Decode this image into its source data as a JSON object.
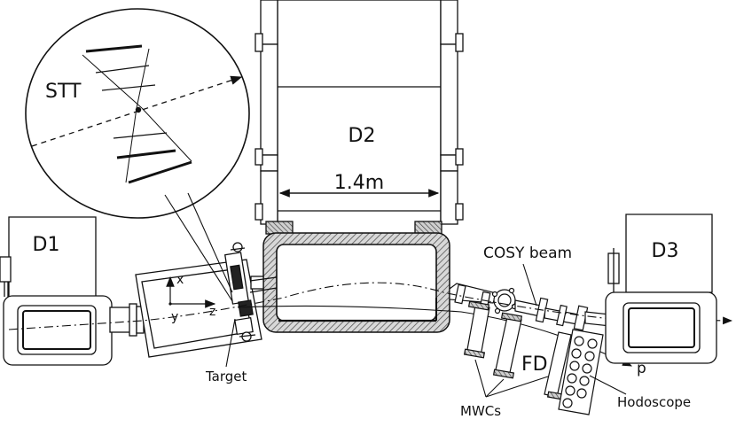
{
  "labels": {
    "stt": "STT",
    "d1": "D1",
    "d2": "D2",
    "d3": "D3",
    "dimension": "1.4m",
    "cosy_beam": "COSY beam",
    "fd": "FD",
    "target": "Target",
    "mwcs": "MWCs",
    "hodoscope": "Hodoscope",
    "proton": "p",
    "axis_x": "x",
    "axis_y": "y",
    "axis_z": "z"
  }
}
